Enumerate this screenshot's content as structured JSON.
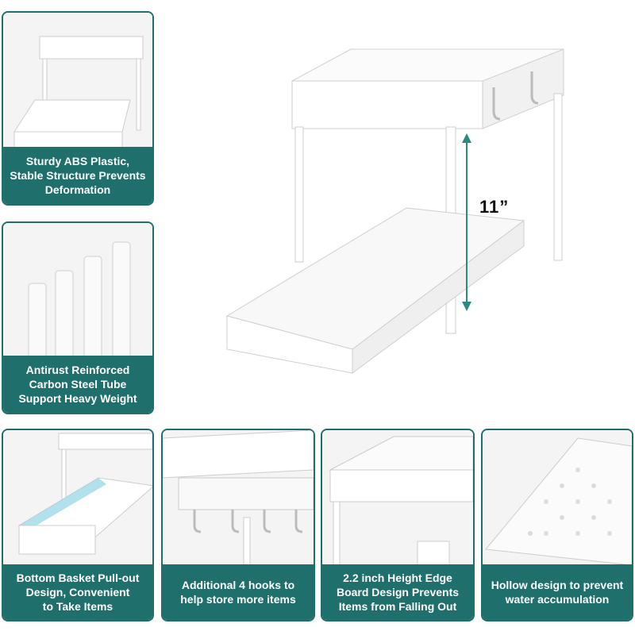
{
  "dimension_label": "11”",
  "features": [
    {
      "caption": "Sturdy ABS Plastic,\nStable Structure Prevents\nDeformation"
    },
    {
      "caption": "Antirust Reinforced\nCarbon Steel Tube\nSupport Heavy Weight"
    },
    {
      "caption": "Bottom Basket Pull-out\nDesign, Convenient\nto Take Items"
    },
    {
      "caption": "Additional 4 hooks to\nhelp store more items"
    },
    {
      "caption": "2.2 inch Height Edge\nBoard Design Prevents\nItems from Falling Out"
    },
    {
      "caption": "Hollow design to prevent\nwater accumulation"
    }
  ],
  "colors": {
    "accent": "#1f6f6c",
    "caption_text": "#ffffff",
    "dimension_line": "#2a8a80"
  }
}
